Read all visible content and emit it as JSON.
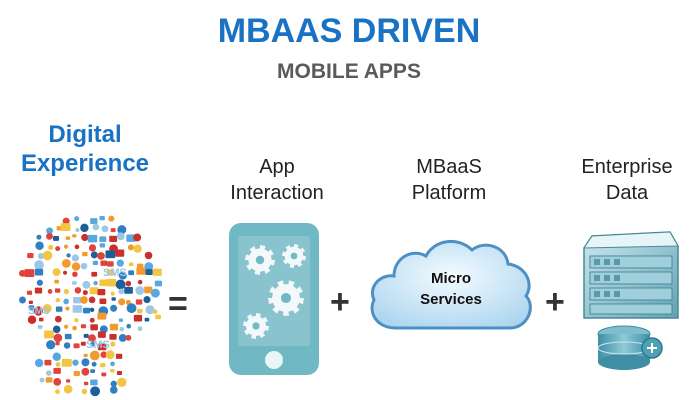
{
  "header": {
    "title": "MBAAS DRIVEN",
    "subtitle": "MOBILE APPS"
  },
  "digital_experience": {
    "line1": "Digital",
    "line2": "Experience"
  },
  "columns": [
    {
      "line1": "App",
      "line2": "Interaction"
    },
    {
      "line1": "MBaaS",
      "line2": "Platform"
    },
    {
      "line1": "Enterprise",
      "line2": "Data"
    }
  ],
  "cloud": {
    "line1": "Micro",
    "line2": "Services"
  },
  "operators": {
    "equals": "=",
    "plus1": "+",
    "plus2": "+"
  },
  "head_words": [
    "SMS",
    "SMS",
    "SMS"
  ],
  "colors": {
    "title_blue": "#1a72c4",
    "subtitle_gray": "#5a5a5a",
    "phone_teal": "#6fb8c4",
    "cloud_blue": "#bfe0f4"
  },
  "icons": [
    "head-collage-icon",
    "smartphone-gears-icon",
    "cloud-icon",
    "server-database-icon"
  ]
}
